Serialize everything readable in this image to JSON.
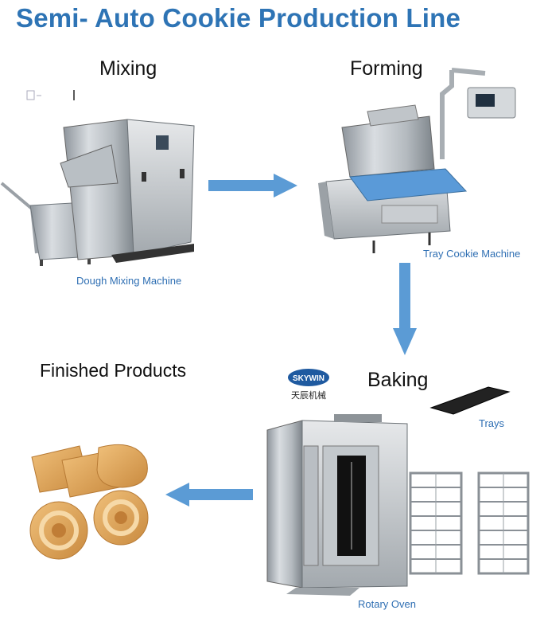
{
  "title": "Semi- Auto Cookie Production Line",
  "steps": {
    "mixing": "Mixing",
    "forming": "Forming",
    "baking": "Baking",
    "finished": "Finished Products"
  },
  "captions": {
    "mixer": "Dough Mixing Machine",
    "tray_machine": "Tray Cookie Machine",
    "trays": "Trays",
    "oven": "Rotary Oven"
  },
  "logo": {
    "brand": "SKYWIN",
    "chinese": "天辰机械"
  },
  "colors": {
    "title": "#2e74b5",
    "arrow": "#5b9bd5",
    "caption": "#2f6fb3"
  }
}
